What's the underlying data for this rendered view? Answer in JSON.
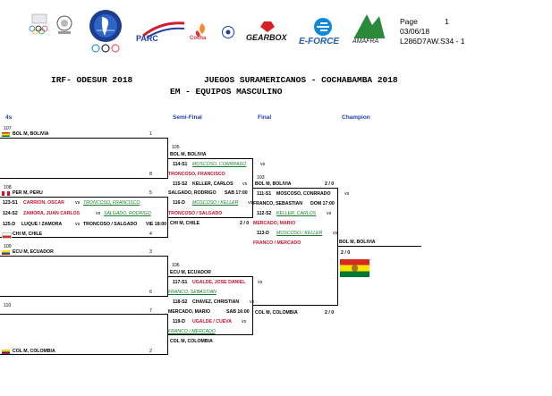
{
  "header": {
    "page_label": "Page",
    "page_number": "1",
    "date": "03/06/18",
    "code": "L286D7AW.S34 -  1",
    "left_title": "IRF- ODESUR 2018",
    "main_title": "JUEGOS SURAMERICANOS - COCHABAMBA 2018",
    "sub_title": "EM - EQUIPOS MASCULINO",
    "logos": {
      "sudamerica": "SUDAMERICA",
      "parc": "PARC",
      "cocha": "Cocha",
      "gearbox": "GEARBOX",
      "eforce": "E-FORCE",
      "amafra": "AMAFRA"
    }
  },
  "columns": {
    "c1": "4s",
    "c2": "Semi-Final",
    "c3": "Final",
    "c4": "Champion"
  },
  "r1": {
    "m107": "107",
    "bol": "BOL M, BOLIVIA",
    "seed1": "1",
    "seed8": "8",
    "m108": "108",
    "per": "PER M, PERU",
    "seed5": "5",
    "s123_1": "123-S1",
    "s123_1_p1": "CARRION, OSCAR",
    "s123_1_vs": "vs",
    "s123_1_p2": "TRONCOSO, FRANCISCO",
    "s124_2": "124-S2",
    "s124_2_p1": "ZAMORA, JUAN CARLOS",
    "s124_2_vs": "vs",
    "s124_2_p2": "SALGADO, RODRIGO",
    "d125": "125-D",
    "d125_p1": "LUQUE / ZAMORA",
    "d125_vs": "vs",
    "d125_p2": "TRONCOSO / SALGADO",
    "d125_time": "VIE 18:00",
    "chi": "CHI M, CHILE",
    "seed4": "4",
    "m109": "109",
    "ecu": "ECU M, ECUADOR",
    "seed3": "3",
    "seed6": "6",
    "m110": "110",
    "seed7": "7",
    "col": "COL M, COLOMBIA",
    "seed2": "2"
  },
  "sf": {
    "m105": "105",
    "bol": "BOL M, BOLIVIA",
    "s114": "114-S1",
    "s114_p1": "MOSCOSO, CONRRADO",
    "s114_vs": "vs",
    "s114_p2": "TRONCOSO, FRANCISCO",
    "s115": "115-S2",
    "s115_p1": "KELLER, CARLOS",
    "s115_vs": "vs",
    "s115_p2": "SALGADO, RODRIGO",
    "s115_time": "SAB 17:00",
    "d116": "116-D",
    "d116_p1": "MOSCOSO / KELLER",
    "d116_vs": "vs",
    "d116_p2": "TRONCOSO / SALGADO",
    "chi": "CHI M, CHILE",
    "m106": "106",
    "ecu": "ECU M, ECUADOR",
    "s117": "117-S1",
    "s117_p1": "UGALDE, JOSE DANIEL",
    "s117_vs": "vs",
    "s117_p2": "FRANCO, SEBASTIAN",
    "s118": "118-S2",
    "s118_p1": "CHAVEZ, CHRISTIAN",
    "s118_vs": "vs",
    "s118_p2": "MERCADO, MARIO",
    "s118_time": "SAB 16:00",
    "d119": "119-D",
    "d119_p1": "UGALDE / CUEVA",
    "d119_vs": "vs",
    "d119_p2": "FRANCO / MERCADO",
    "col": "COL M, COLOMBIA"
  },
  "final": {
    "m103": "103",
    "bol": "BOL M, BOLIVIA",
    "bol_score": "2 / 0",
    "s111": "111-S1",
    "s111_p1": "MOSCOSO, CONRRADO",
    "s111_vs": "vs",
    "s111_p2": "FRANCO, SEBASTIAN",
    "s111_time": "DOM 17:00",
    "s112": "112-S2",
    "s112_p1": "KELLER, CARLOS",
    "s112_vs": "vs",
    "s112_p2": "MERCADO, MARIO",
    "d113": "113-D",
    "d113_p1": "MOSCOSO / KELLER",
    "d113_vs": "vs",
    "d113_p2": "FRANCO / MERCADO",
    "sf1_score": "2 / 0",
    "col": "COL M, COLOMBIA",
    "col_score": "2 / 0"
  },
  "champion": {
    "name": "BOL M, BOLIVIA",
    "score": "2 / 0"
  },
  "colors": {
    "red": "#c8102e",
    "green": "#1a7a2a",
    "blue": "#1f3fa8"
  }
}
